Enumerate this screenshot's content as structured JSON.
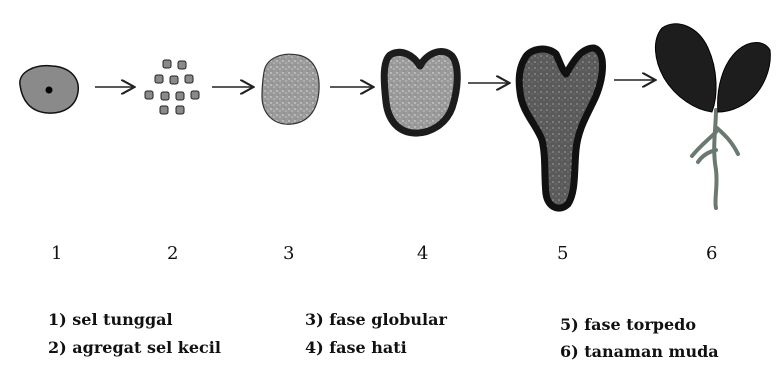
{
  "stage_numbers": [
    "1",
    "2",
    "3",
    "4",
    "5",
    "6"
  ],
  "legend": [
    "1) sel tunggal",
    "2) agregat sel kecil",
    "3) fase globular",
    "4) fase hati",
    "5) fase torpedo",
    "6) tanaman muda"
  ],
  "colors": {
    "cell_fill": "#8a8a8a",
    "dark_outline": "#1c1c1c",
    "speckled_fill": "#b4b4b4",
    "leaf": "#1d1d1d",
    "root": "#6a7a70"
  }
}
